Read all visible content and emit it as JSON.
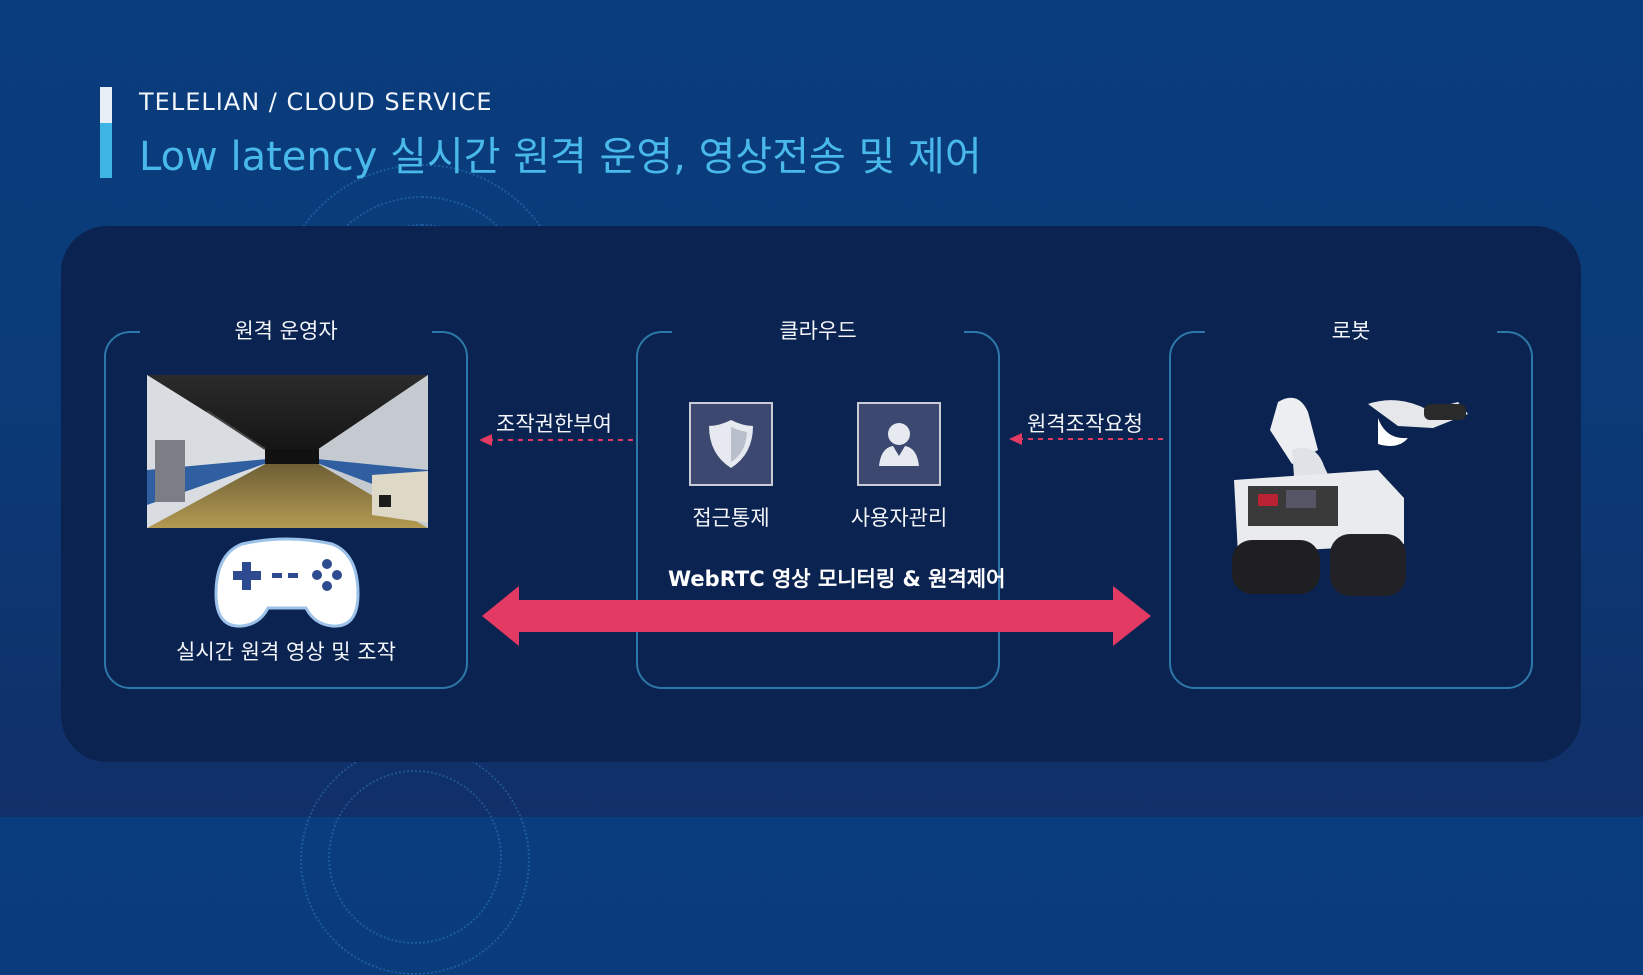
{
  "header": {
    "brand": "TELELIAN / CLOUD SERVICE",
    "title": "Low latency 실시간 원격 운영, 영상전송 및 제어"
  },
  "operator": {
    "label": "원격 운영자",
    "caption": "실시간 원격 영상 및 조작"
  },
  "cloud": {
    "label": "클라우드",
    "access_control": "접근통제",
    "user_management": "사용자관리",
    "webrtc_label": "WebRTC 영상 모니터링 & 원격제어"
  },
  "robot": {
    "label": "로봇"
  },
  "flows": {
    "grant_control": "조작권한부여",
    "remote_request": "원격조작요청"
  },
  "colors": {
    "accent": "#49b8ea",
    "arrow": "#e23a62",
    "box_border": "#2d78a8",
    "panel": "#0b2350"
  },
  "icons": {
    "access_control": "shield-icon",
    "user_management": "user-icon",
    "controller": "gamepad-icon"
  }
}
